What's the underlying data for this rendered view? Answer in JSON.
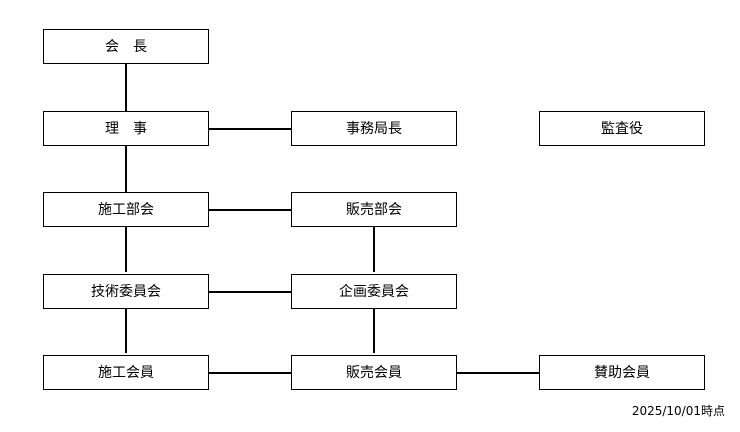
{
  "org_chart": {
    "nodes": {
      "president": "会　長",
      "director": "理　事",
      "secretary_general": "事務局長",
      "auditor": "監査役",
      "construction_division": "施工部会",
      "sales_division": "販売部会",
      "technical_committee": "技術委員会",
      "planning_committee": "企画委員会",
      "construction_members": "施工会員",
      "sales_members": "販売会員",
      "supporting_members": "賛助会員"
    },
    "as_of": "2025/10/01時点"
  }
}
